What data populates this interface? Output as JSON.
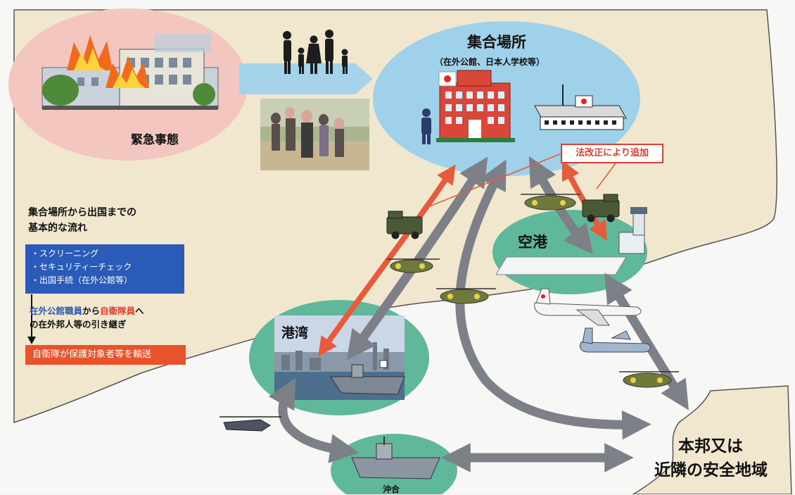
{
  "colors": {
    "land": "#f1e7cf",
    "sea": "#f7f7f5",
    "emergency_bubble": "#f4c6c0",
    "assembly_bubble": "#9fd2ea",
    "transit_bubble": "#5fb89a",
    "gray_arrow": "#7e8087",
    "red_arrow": "#e85a3c",
    "blue_box": "#2a5bb8",
    "orange_box": "#e8532c"
  },
  "emergency": {
    "label": "緊急事態"
  },
  "assembly": {
    "title": "集合場所",
    "subtitle": "（在外公館、日本人学校等）"
  },
  "amendment": {
    "label": "法改正により追加"
  },
  "flow": {
    "heading_line1": "集合場所から出国までの",
    "heading_line2": "基本的な流れ",
    "steps": [
      "・スクリーニング",
      "・セキュリティーチェック",
      "・出国手続（在外公館等）"
    ],
    "handover_part1": "在外公館職員",
    "handover_part2": "から",
    "handover_part3": "自衛隊員",
    "handover_part4": "へ",
    "handover_line2": "の在外邦人等の引き継ぎ",
    "transport": "自衛隊が保護対象者等を輸送"
  },
  "airport": {
    "label": "空港"
  },
  "port": {
    "label": "港湾"
  },
  "offshore": {
    "label": "沖合"
  },
  "safe_area": {
    "line1": "本邦又は",
    "line2": "近隣の安全地域"
  },
  "icons": [
    "fire-icon",
    "building-icon",
    "family-icon",
    "school-icon",
    "embassy-icon",
    "flag-icon",
    "truck-icon",
    "helicopter-icon",
    "airliner-icon",
    "transport-plane-icon",
    "warship-icon",
    "control-tower-icon"
  ]
}
